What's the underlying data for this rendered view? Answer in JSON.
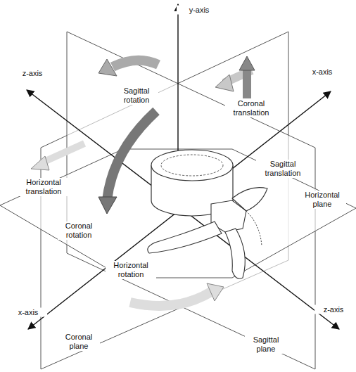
{
  "diagram": {
    "labels": [
      "y-axis",
      "z-axis",
      "x-axis",
      "Sagittal rotation",
      "Coronal translation",
      "Horizontal translation",
      "Sagittal translation",
      "Horizontal plane",
      "Coronal rotation",
      "Horizontal rotation",
      "x-axis",
      "z-axis",
      "Coronal plane",
      "Sagittal plane"
    ]
  }
}
